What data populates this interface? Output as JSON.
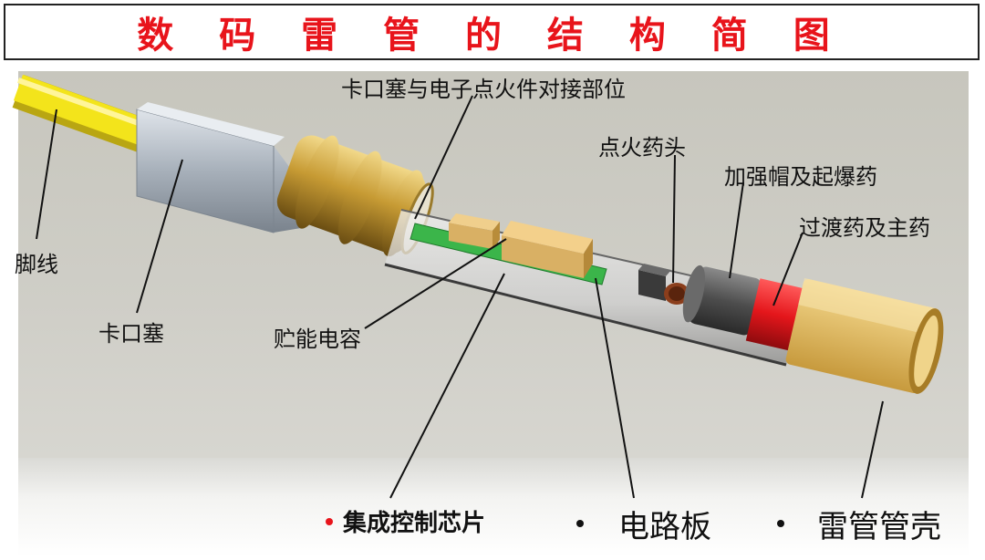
{
  "title": "数 码 雷 管 的 结 构 简 图",
  "labels": {
    "bayonet_joint": "卡口塞与电子点火件对接部位",
    "ignition_head": "点火药头",
    "reinforcing_cap": "加强帽及起爆药",
    "transition_charge": "过渡药及主药",
    "leg_wire": "脚线",
    "plug": "卡口塞",
    "capacitor": "贮能电容"
  },
  "legend": [
    {
      "label": "集成控制芯片",
      "dot_color": "#e8141b",
      "bold": true
    },
    {
      "label": "电路板",
      "dot_color": "#111111",
      "bold": false
    },
    {
      "label": "雷管管壳",
      "dot_color": "#111111",
      "bold": false
    }
  ],
  "colors": {
    "title_red": "#e8141b",
    "wire_yellow": "#f3e41b",
    "brass": "#c9a43f",
    "plug_gray": "#a9b3be",
    "red_charge": "#e4161b"
  }
}
